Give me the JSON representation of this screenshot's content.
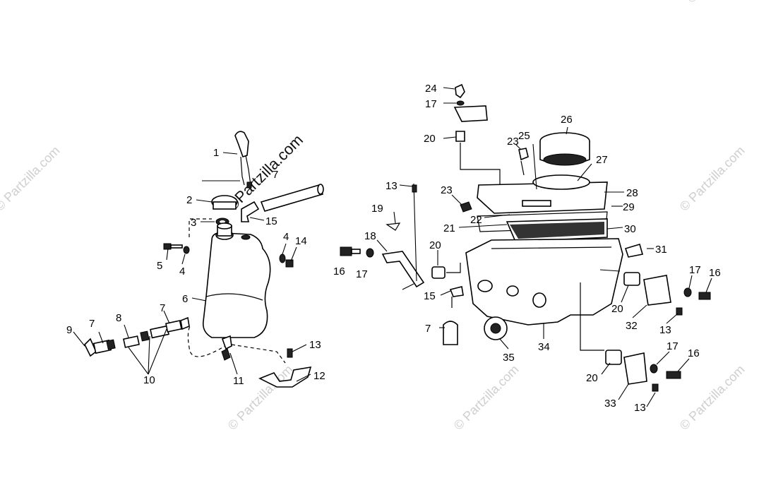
{
  "watermark": {
    "main": "©Partzilla.com",
    "faint": "© Partzilla.com"
  },
  "callouts": {
    "c1": "1",
    "c2": "2",
    "c3": "3",
    "c4a": "4",
    "c4b": "4",
    "c5": "5",
    "c6": "6",
    "c7a": "7",
    "c7b": "7",
    "c7c": "7",
    "c7d": "7",
    "c8": "8",
    "c9": "9",
    "c10": "10",
    "c11": "11",
    "c12": "12",
    "c13a": "13",
    "c13b": "13",
    "c13c": "13",
    "c13d": "13",
    "c14": "14",
    "c15a": "15",
    "c15b": "15",
    "c16a": "16",
    "c16b": "16",
    "c16c": "16",
    "c17a": "17",
    "c17b": "17",
    "c17c": "17",
    "c17d": "17",
    "c18": "18",
    "c19": "19",
    "c20a": "20",
    "c20b": "20",
    "c20c": "20",
    "c20d": "20",
    "c21": "21",
    "c22": "22",
    "c23a": "23",
    "c23b": "23",
    "c24": "24",
    "c25": "25",
    "c26": "26",
    "c27": "27",
    "c28": "28",
    "c29": "29",
    "c30": "30",
    "c31": "31",
    "c32": "32",
    "c33": "33",
    "c34": "34",
    "c35": "35"
  }
}
